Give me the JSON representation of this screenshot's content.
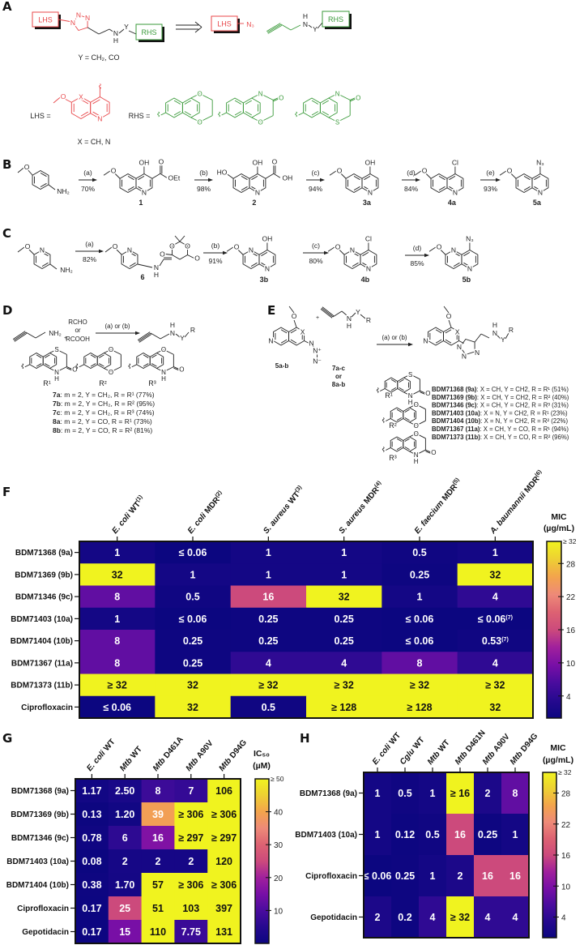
{
  "panels": {
    "a": "A",
    "b": "B",
    "c": "C",
    "d": "D",
    "e": "E",
    "f": "F",
    "g": "G",
    "h": "H"
  },
  "atoms": {
    "O": "O",
    "N": "N",
    "S": "S",
    "H": "H",
    "X": "X",
    "Y": "Y",
    "R": "R",
    "Cl": "Cl",
    "N3": "N₃",
    "NH2": "NH₂",
    "OH": "OH",
    "HO": "HO",
    "OEt": "OEt",
    "Nplus": "N⁺",
    "Nminus": "N⁻"
  },
  "colors": {
    "lhs": "#e8474a",
    "rhs": "#3a9a3a",
    "bond": "#222222"
  },
  "scheme_a": {
    "lhs": "LHS",
    "rhs": "RHS",
    "y_def": "Y = CH₂, CO",
    "lhs_eq": "LHS =",
    "rhs_eq": "RHS =",
    "x_def": "X = CH, N"
  },
  "scheme_b": {
    "steps": [
      {
        "reagent": "(a)",
        "yield": "70%"
      },
      {
        "reagent": "(b)",
        "yield": "98%"
      },
      {
        "reagent": "(c)",
        "yield": "94%"
      },
      {
        "reagent": "(d)",
        "yield": "84%"
      },
      {
        "reagent": "(e)",
        "yield": "93%"
      }
    ],
    "compounds": [
      "1",
      "2",
      "3a",
      "4a",
      "5a"
    ]
  },
  "scheme_c": {
    "steps": [
      {
        "reagent": "(a)",
        "yield": "82%"
      },
      {
        "reagent": "(b)",
        "yield": "91%"
      },
      {
        "reagent": "(c)",
        "yield": "80%"
      },
      {
        "reagent": "(d)",
        "yield": "85%"
      }
    ],
    "compounds": [
      "6",
      "3b",
      "4b",
      "5b"
    ]
  },
  "scheme_d": {
    "plus": "+",
    "reagents": [
      "RCHO",
      "or",
      "RCOOH"
    ],
    "conditions": "(a) or (b)",
    "r_labels": [
      "R¹",
      "R²",
      "R³"
    ],
    "products": [
      {
        "id": "7a",
        "desc": ": m = 2, Y = CH₂, R = R¹ (77%)"
      },
      {
        "id": "7b",
        "desc": ": m = 2, Y = CH₂, R = R² (95%)"
      },
      {
        "id": "7c",
        "desc": ": m = 2, Y = CH₂, R = R³ (74%)"
      },
      {
        "id": "8a",
        "desc": ": m = 2, Y = CO, R = R¹ (73%)"
      },
      {
        "id": "8b",
        "desc": ": m = 2, Y = CO, R = R² (81%)"
      }
    ]
  },
  "scheme_e": {
    "plus": "+",
    "azide": "5a-b",
    "amines": [
      "7a-c",
      "or",
      "8a-b"
    ],
    "conditions": "(a) or (b)",
    "r_labels": [
      "R¹",
      "R²",
      "R³"
    ],
    "products": [
      {
        "id": "BDM71368 (9a)",
        "desc": ": X = CH, Y = CH2, R = R¹ (51%)"
      },
      {
        "id": "BDM71369 (9b)",
        "desc": ": X = CH, Y = CH2, R = R² (40%)"
      },
      {
        "id": "BDM71346 (9c)",
        "desc": ": X = CH, Y = CH2, R = R³ (31%)"
      },
      {
        "id": "BDM71403 (10a)",
        "desc": ": X = N, Y = CH2, R = R¹ (23%)"
      },
      {
        "id": "BDM71404 (10b)",
        "desc": ": X = N, Y = CH2, R = R² (22%)"
      },
      {
        "id": "BDM71367 (11a)",
        "desc": ": X = CH, Y = CO, R = R¹ (94%)"
      },
      {
        "id": "BDM71373 (11b)",
        "desc": ": X = CH, Y = CO, R = R² (96%)"
      }
    ]
  },
  "chart_data": [
    {
      "type": "heatmap",
      "panel": "F",
      "colorbar_title": [
        "MIC",
        "(µg/mL)"
      ],
      "colorbar_ticks": [
        "4",
        "10",
        "16",
        "22",
        "28",
        "≥ 32"
      ],
      "range": [
        0,
        32
      ],
      "colormap": [
        "#0c0680",
        "#26098f",
        "#4a0c9e",
        "#780fa6",
        "#a0209c",
        "#cc4a7c",
        "#dd6272",
        "#ee8a78",
        "#f3a44c",
        "#eed033",
        "#f0f31f"
      ],
      "columns": [
        {
          "species": "E. coli",
          "strain": "WT",
          "note": "(1)"
        },
        {
          "species": "E. coli",
          "strain": "MDR",
          "note": "(2)"
        },
        {
          "species": "S. aureus",
          "strain": "WT",
          "note": "(3)"
        },
        {
          "species": "S. aureus",
          "strain": "MDR",
          "note": "(4)"
        },
        {
          "species": "E. faecium",
          "strain": "MDR",
          "note": "(5)"
        },
        {
          "species": "A. baumannii",
          "strain": "MDR",
          "note": "(6)"
        }
      ],
      "rows": [
        {
          "label": "BDM71368 (9a)",
          "values": [
            "1",
            "≤ 0.06",
            "1",
            "1",
            "0.5",
            "1"
          ]
        },
        {
          "label": "BDM71369 (9b)",
          "values": [
            "32",
            "1",
            "1",
            "1",
            "0.25",
            "32"
          ]
        },
        {
          "label": "BDM71346 (9c)",
          "values": [
            "8",
            "0.5",
            "16",
            "32",
            "1",
            "4"
          ]
        },
        {
          "label": "BDM71403 (10a)",
          "values": [
            "1",
            "≤ 0.06",
            "0.25",
            "0.25",
            "≤ 0.06",
            {
              "v": "≤ 0.06",
              "note": "(7)"
            }
          ]
        },
        {
          "label": "BDM71404 (10b)",
          "values": [
            "8",
            "0.25",
            "0.25",
            "0.25",
            "≤ 0.06",
            {
              "v": "0.53",
              "note": "(7)"
            }
          ]
        },
        {
          "label": "BDM71367 (11a)",
          "values": [
            "8",
            "0.25",
            "4",
            "4",
            "8",
            "4"
          ]
        },
        {
          "label": "BDM71373 (11b)",
          "values": [
            "≥ 32",
            "32",
            "≥ 32",
            "≥ 32",
            "≥ 32",
            "≥ 32"
          ]
        },
        {
          "label": "Ciprofloxacin",
          "values": [
            "≤ 0.06",
            "32",
            "0.5",
            "≥ 128",
            "≥ 128",
            "32"
          ]
        }
      ]
    },
    {
      "type": "heatmap",
      "panel": "G",
      "colorbar_title": [
        "IC₅₀",
        "(µM)"
      ],
      "colorbar_ticks": [
        "10",
        "20",
        "30",
        "40",
        "≥ 50"
      ],
      "range": [
        0,
        50
      ],
      "colormap": [
        "#0c0680",
        "#26098f",
        "#4a0c9e",
        "#780fa6",
        "#a0209c",
        "#cc4a7c",
        "#dd6272",
        "#ee8a78",
        "#f3a44c",
        "#eed033",
        "#f0f31f"
      ],
      "columns": [
        {
          "species": "E. coli",
          "strain": "WT"
        },
        {
          "species": "Mtb",
          "strain": "WT"
        },
        {
          "species": "Mtb",
          "strain": "D461A"
        },
        {
          "species": "Mtb",
          "strain": "A90V"
        },
        {
          "species": "Mtb",
          "strain": "D94G"
        }
      ],
      "rows": [
        {
          "label": "BDM71368 (9a)",
          "values": [
            "1.17",
            "2.50",
            "8",
            "7",
            "106"
          ]
        },
        {
          "label": "BDM71369 (9b)",
          "values": [
            "0.13",
            "1.20",
            "39",
            "≥ 306",
            "≥ 306"
          ]
        },
        {
          "label": "BDM71346 (9c)",
          "values": [
            "0.78",
            "6",
            "16",
            "≥ 297",
            "≥ 297"
          ]
        },
        {
          "label": "BDM71403 (10a)",
          "values": [
            "0.08",
            "2",
            "2",
            "2",
            "120"
          ]
        },
        {
          "label": "BDM71404 (10b)",
          "values": [
            "0.38",
            "1.70",
            "57",
            "≥ 306",
            "≥ 306"
          ]
        },
        {
          "label": "Ciprofloxacin",
          "values": [
            "0.17",
            "25",
            "51",
            "103",
            "397"
          ]
        },
        {
          "label": "Gepotidacin",
          "values": [
            "0.17",
            "15",
            "110",
            "7.75",
            "131"
          ]
        }
      ]
    },
    {
      "type": "heatmap",
      "panel": "H",
      "colorbar_title": [
        "MIC",
        "(µg/mL)"
      ],
      "colorbar_ticks": [
        "4",
        "10",
        "16",
        "22",
        "28",
        "≥ 32"
      ],
      "range": [
        0,
        32
      ],
      "colormap": [
        "#0c0680",
        "#26098f",
        "#4a0c9e",
        "#780fa6",
        "#a0209c",
        "#cc4a7c",
        "#dd6272",
        "#ee8a78",
        "#f3a44c",
        "#eed033",
        "#f0f31f"
      ],
      "columns": [
        {
          "species": "E. coli",
          "strain": "WT"
        },
        {
          "species": "Cglu",
          "strain": "WT"
        },
        {
          "species": "Mtb",
          "strain": "WT"
        },
        {
          "species": "Mtb",
          "strain": "D461N"
        },
        {
          "species": "Mtb",
          "strain": "A90V"
        },
        {
          "species": "Mtb",
          "strain": "D94G"
        }
      ],
      "rows": [
        {
          "label": "BDM71368 (9a)",
          "values": [
            "1",
            "0.5",
            "1",
            "≥ 16",
            "2",
            "8"
          ]
        },
        {
          "label": "BDM71403 (10a)",
          "values": [
            "1",
            "0.12",
            "0.5",
            "16",
            "0.25",
            "1"
          ]
        },
        {
          "label": "Ciprofloxacin",
          "values": [
            "≤ 0.06",
            "0.25",
            "1",
            "2",
            "16",
            "16"
          ]
        },
        {
          "label": "Gepotidacin",
          "values": [
            "2",
            "0.2",
            "4",
            "≥ 32",
            "4",
            "4"
          ]
        }
      ]
    }
  ]
}
